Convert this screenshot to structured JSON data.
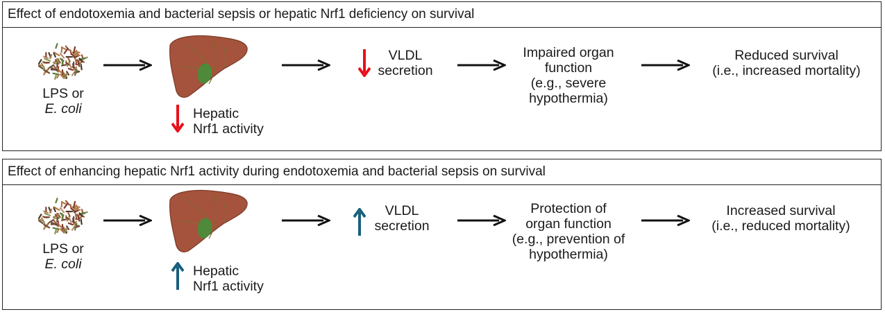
{
  "colors": {
    "down_arrow": "#e8101b",
    "up_arrow": "#18607c",
    "liver": "#a5533c",
    "gallbladder": "#4e8a3a",
    "border": "#222222"
  },
  "panels": [
    {
      "title": "Effect of endotoxemia and bacterial sepsis or hepatic Nrf1 deficiency on survival",
      "direction": "down",
      "stimulus": {
        "line1": "LPS or",
        "line2": "E. coli"
      },
      "hepatic": {
        "line1": "Hepatic",
        "line2": "Nrf1 activity"
      },
      "vldl": {
        "line1": "VLDL",
        "line2": "secretion"
      },
      "organ": {
        "line1": "Impaired organ",
        "line2": "function",
        "line3": "(e.g., severe",
        "line4": "hypothermia)"
      },
      "survival": {
        "line1": "Reduced survival",
        "line2": "(i.e., increased mortality)"
      }
    },
    {
      "title": "Effect of enhancing hepatic Nrf1 activity during endotoxemia and bacterial sepsis on survival",
      "direction": "up",
      "stimulus": {
        "line1": "LPS or",
        "line2": "E. coli"
      },
      "hepatic": {
        "line1": "Hepatic",
        "line2": "Nrf1 activity"
      },
      "vldl": {
        "line1": "VLDL",
        "line2": "secretion"
      },
      "organ": {
        "line1": "Protection of",
        "line2": "organ function",
        "line3": "(e.g., prevention of",
        "line4": "hypothermia)"
      },
      "survival": {
        "line1": "Increased survival",
        "line2": "(i.e., reduced mortality)"
      }
    }
  ]
}
